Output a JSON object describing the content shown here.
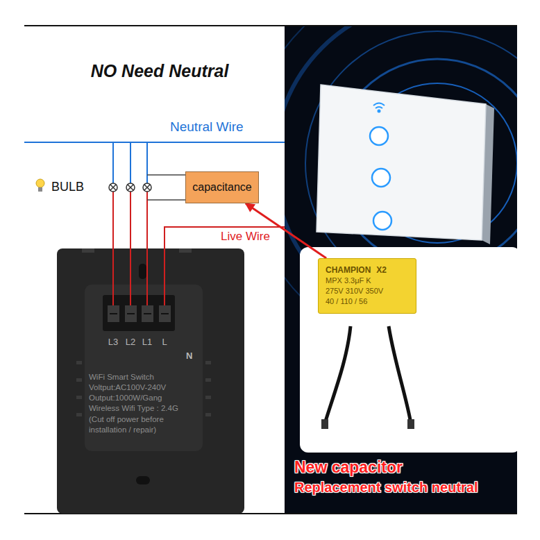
{
  "diagram": {
    "title": "NO Need Neutral",
    "nodes": [
      {
        "text": [
          "capacitance"
        ]
      },
      {
        "text": [
          "WiFi Smart Switch",
          "Voltput:AC100V-240V",
          "Output:1000W/Gang",
          "Wireless Wifi Type : 2.4G",
          "(Cut off power before installation / repair)"
        ]
      },
      {
        "text": [
          "CHAMPION",
          "X2",
          "MPX 3.3μF K",
          "275V 310V 350V",
          "40 / 110 / 56"
        ]
      }
    ],
    "edges": [
      {
        "from": 2,
        "to": 0,
        "arrow": "to"
      }
    ],
    "labels": [
      "Neutral Wire",
      "BULB",
      "Live Wire",
      "L3",
      "L2",
      "L1",
      "L",
      "N",
      "New capacitor",
      "Replacement switch neutral"
    ]
  }
}
